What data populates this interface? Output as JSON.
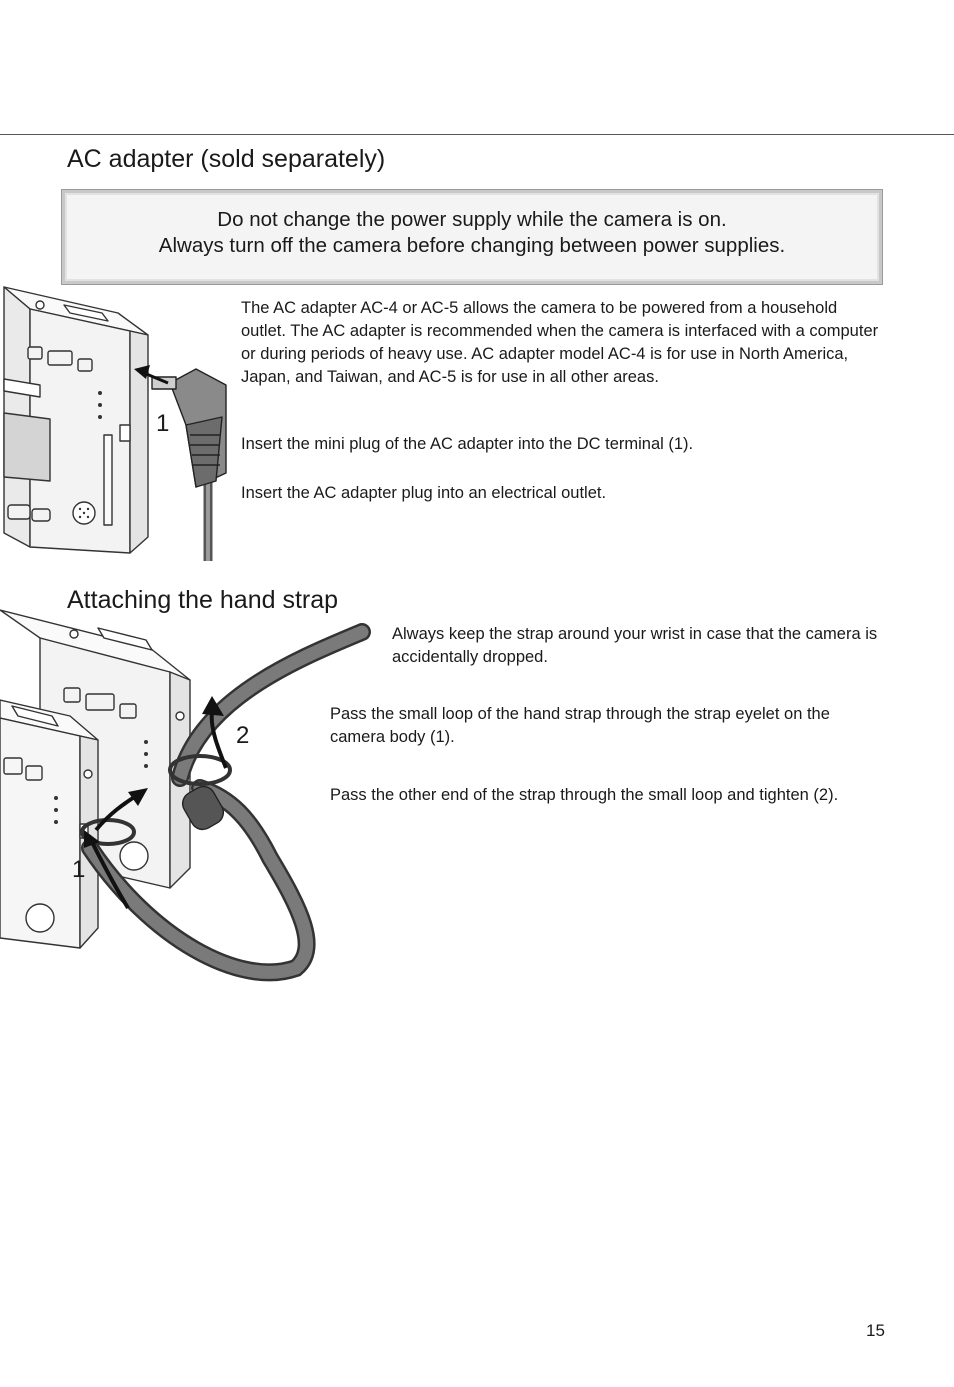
{
  "section_ac": {
    "title": "AC adapter (sold separately)",
    "warning_line1": "Do not change the power supply while the camera is on.",
    "warning_line2": "Always turn off the camera before changing between power supplies.",
    "paragraph1": "The AC adapter AC-4 or AC-5 allows the camera to be powered from a household outlet. The AC adapter is recommended when the camera is interfaced with a computer or during periods of heavy use. AC adapter model AC-4 is for use in North America, Japan, and Taiwan, and AC-5 is for use in all other areas.",
    "paragraph2": "Insert the mini plug of the AC adapter into the DC terminal (1).",
    "paragraph3": "Insert the AC adapter plug into an electrical outlet.",
    "callout1": "1"
  },
  "section_strap": {
    "title": "Attaching the hand strap",
    "paragraph1": "Always keep the strap around your wrist in case that the camera is accidentally dropped.",
    "paragraph2": "Pass the small loop of the hand strap through the strap eyelet on the camera body (1).",
    "paragraph3": "Pass the other end of the strap through the small loop and tighten (2).",
    "callout1": "1",
    "callout2": "2"
  },
  "page_number": "15"
}
